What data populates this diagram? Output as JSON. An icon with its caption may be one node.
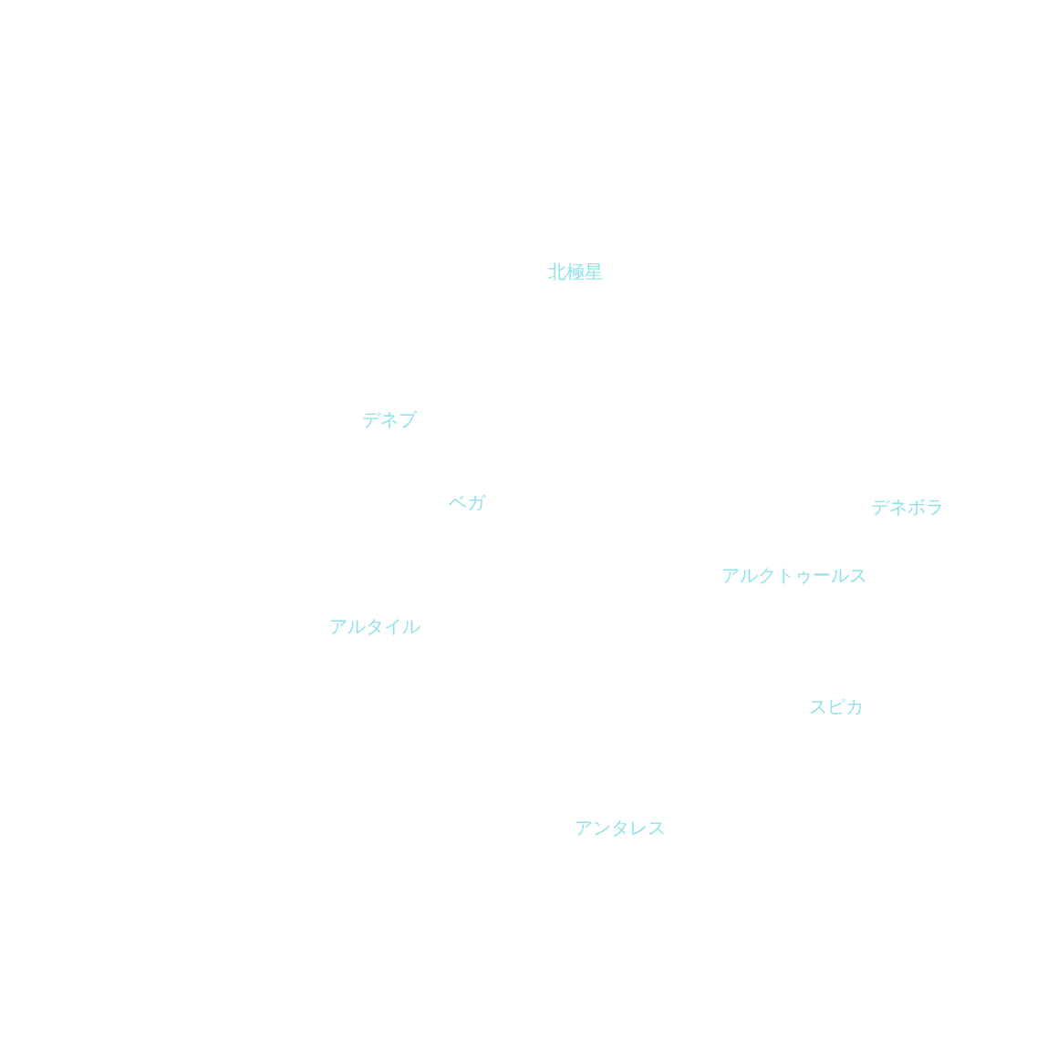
{
  "diagram": {
    "labels": [
      "北極星",
      "デネブ",
      "ベガ",
      "デネボラ",
      "アルクトゥールス",
      "アルタイル",
      "スピカ",
      "アンタレス"
    ]
  }
}
